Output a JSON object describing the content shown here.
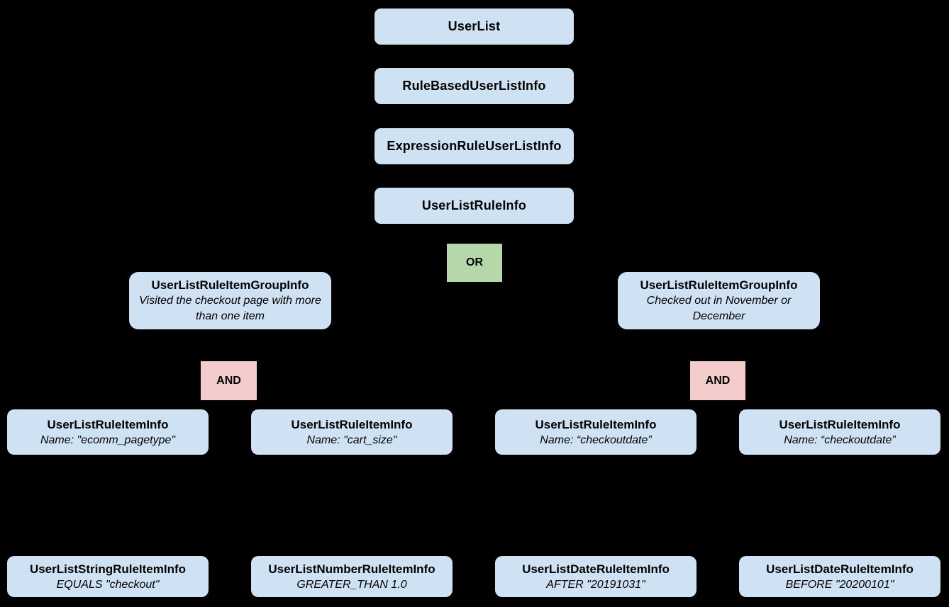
{
  "diagram": {
    "colors": {
      "node_fill": "#cfe2f3",
      "or_fill": "#b6d7a8",
      "and_fill": "#f4cccc",
      "background": "#000000",
      "text": "#000000"
    },
    "root_chain": [
      {
        "label": "UserList"
      },
      {
        "label": "RuleBasedUserListInfo"
      },
      {
        "label": "ExpressionRuleUserListInfo"
      },
      {
        "label": "UserListRuleInfo"
      }
    ],
    "or_operator": {
      "label": "OR"
    },
    "groups": [
      {
        "title": "UserListRuleItemGroupInfo",
        "description": "Visited the checkout page with more than one item",
        "operator": "AND"
      },
      {
        "title": "UserListRuleItemGroupInfo",
        "description": "Checked out in November or December",
        "operator": "AND"
      }
    ],
    "rule_items": [
      {
        "title": "UserListRuleItemInfo",
        "subtitle": "Name: \"ecomm_pagetype\""
      },
      {
        "title": "UserListRuleItemInfo",
        "subtitle": "Name: \"cart_size\""
      },
      {
        "title": "UserListRuleItemInfo",
        "subtitle": "Name: “checkoutdate”"
      },
      {
        "title": "UserListRuleItemInfo",
        "subtitle": "Name: “checkoutdate”"
      }
    ],
    "leaf_items": [
      {
        "title": "UserListStringRuleItemInfo",
        "subtitle": "EQUALS \"checkout\""
      },
      {
        "title": "UserListNumberRuleItemInfo",
        "subtitle": "GREATER_THAN 1.0"
      },
      {
        "title": "UserListDateRuleItemInfo",
        "subtitle": "AFTER \"20191031\""
      },
      {
        "title": "UserListDateRuleItemInfo",
        "subtitle": "BEFORE \"20200101\""
      }
    ]
  }
}
